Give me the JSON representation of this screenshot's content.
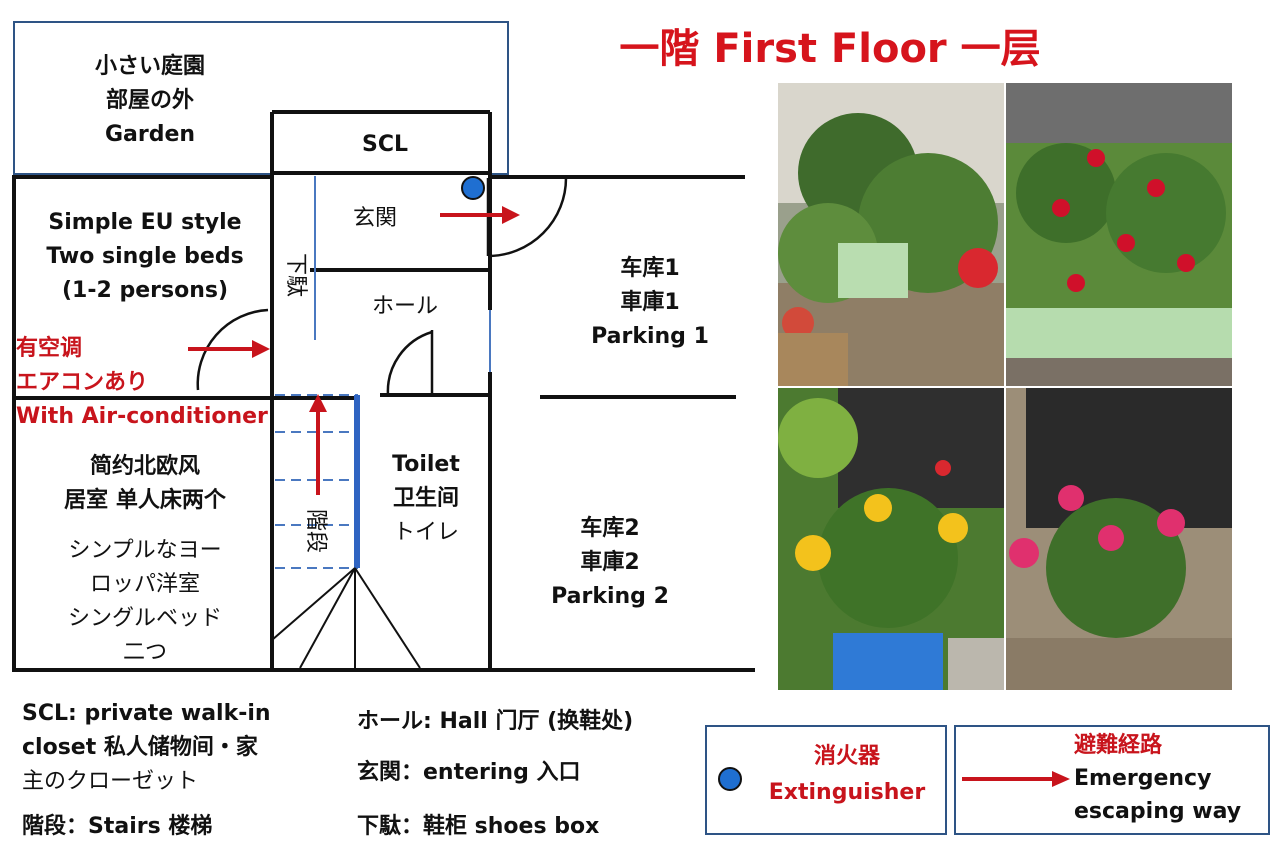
{
  "title": "一階  First Floor 一层",
  "rooms": {
    "garden": [
      "小さい庭園",
      "部屋の外",
      "Garden"
    ],
    "scl": "SCL",
    "genkan": "玄関",
    "geta": "下駄",
    "hall": "ホール",
    "bedroom": [
      "Simple EU style",
      "Two single beds",
      "(1-2 persons)"
    ],
    "aircon": [
      "有空调",
      "エアコンあり",
      "With Air-conditioner"
    ],
    "bedroom_cn": [
      "简约北欧风",
      "居室 单人床两个"
    ],
    "bedroom_jp": [
      "シンプルなヨー",
      "ロッパ洋室",
      "シングルベッド",
      "二つ"
    ],
    "stairs": "階段",
    "toilet": [
      "Toilet",
      "卫生间",
      "トイレ"
    ],
    "parking1": [
      "车库1",
      "車庫1",
      "Parking 1"
    ],
    "parking2": [
      "车库2",
      "車庫2",
      "Parking 2"
    ]
  },
  "notes": {
    "scl": [
      "SCL: private walk-in",
      "closet 私人储物间・家",
      "主のクローゼット"
    ],
    "stairs": "階段：Stairs 楼梯",
    "hall": "ホール: Hall 门厅 (换鞋处)",
    "genkan": "玄関：entering  入口",
    "geta": "下駄：鞋柜  shoes box"
  },
  "legend": {
    "extinguisher": [
      "消火器",
      "Extinguisher"
    ],
    "escape_title": "避難経路",
    "escape": [
      "Emergency",
      "escaping way"
    ]
  },
  "colors": {
    "wall": "#111111",
    "accent_red": "#c8141c",
    "line_blue": "#4a78c0",
    "frame_blue": "#2e5485",
    "extinguisher": "#1f6fd1"
  }
}
